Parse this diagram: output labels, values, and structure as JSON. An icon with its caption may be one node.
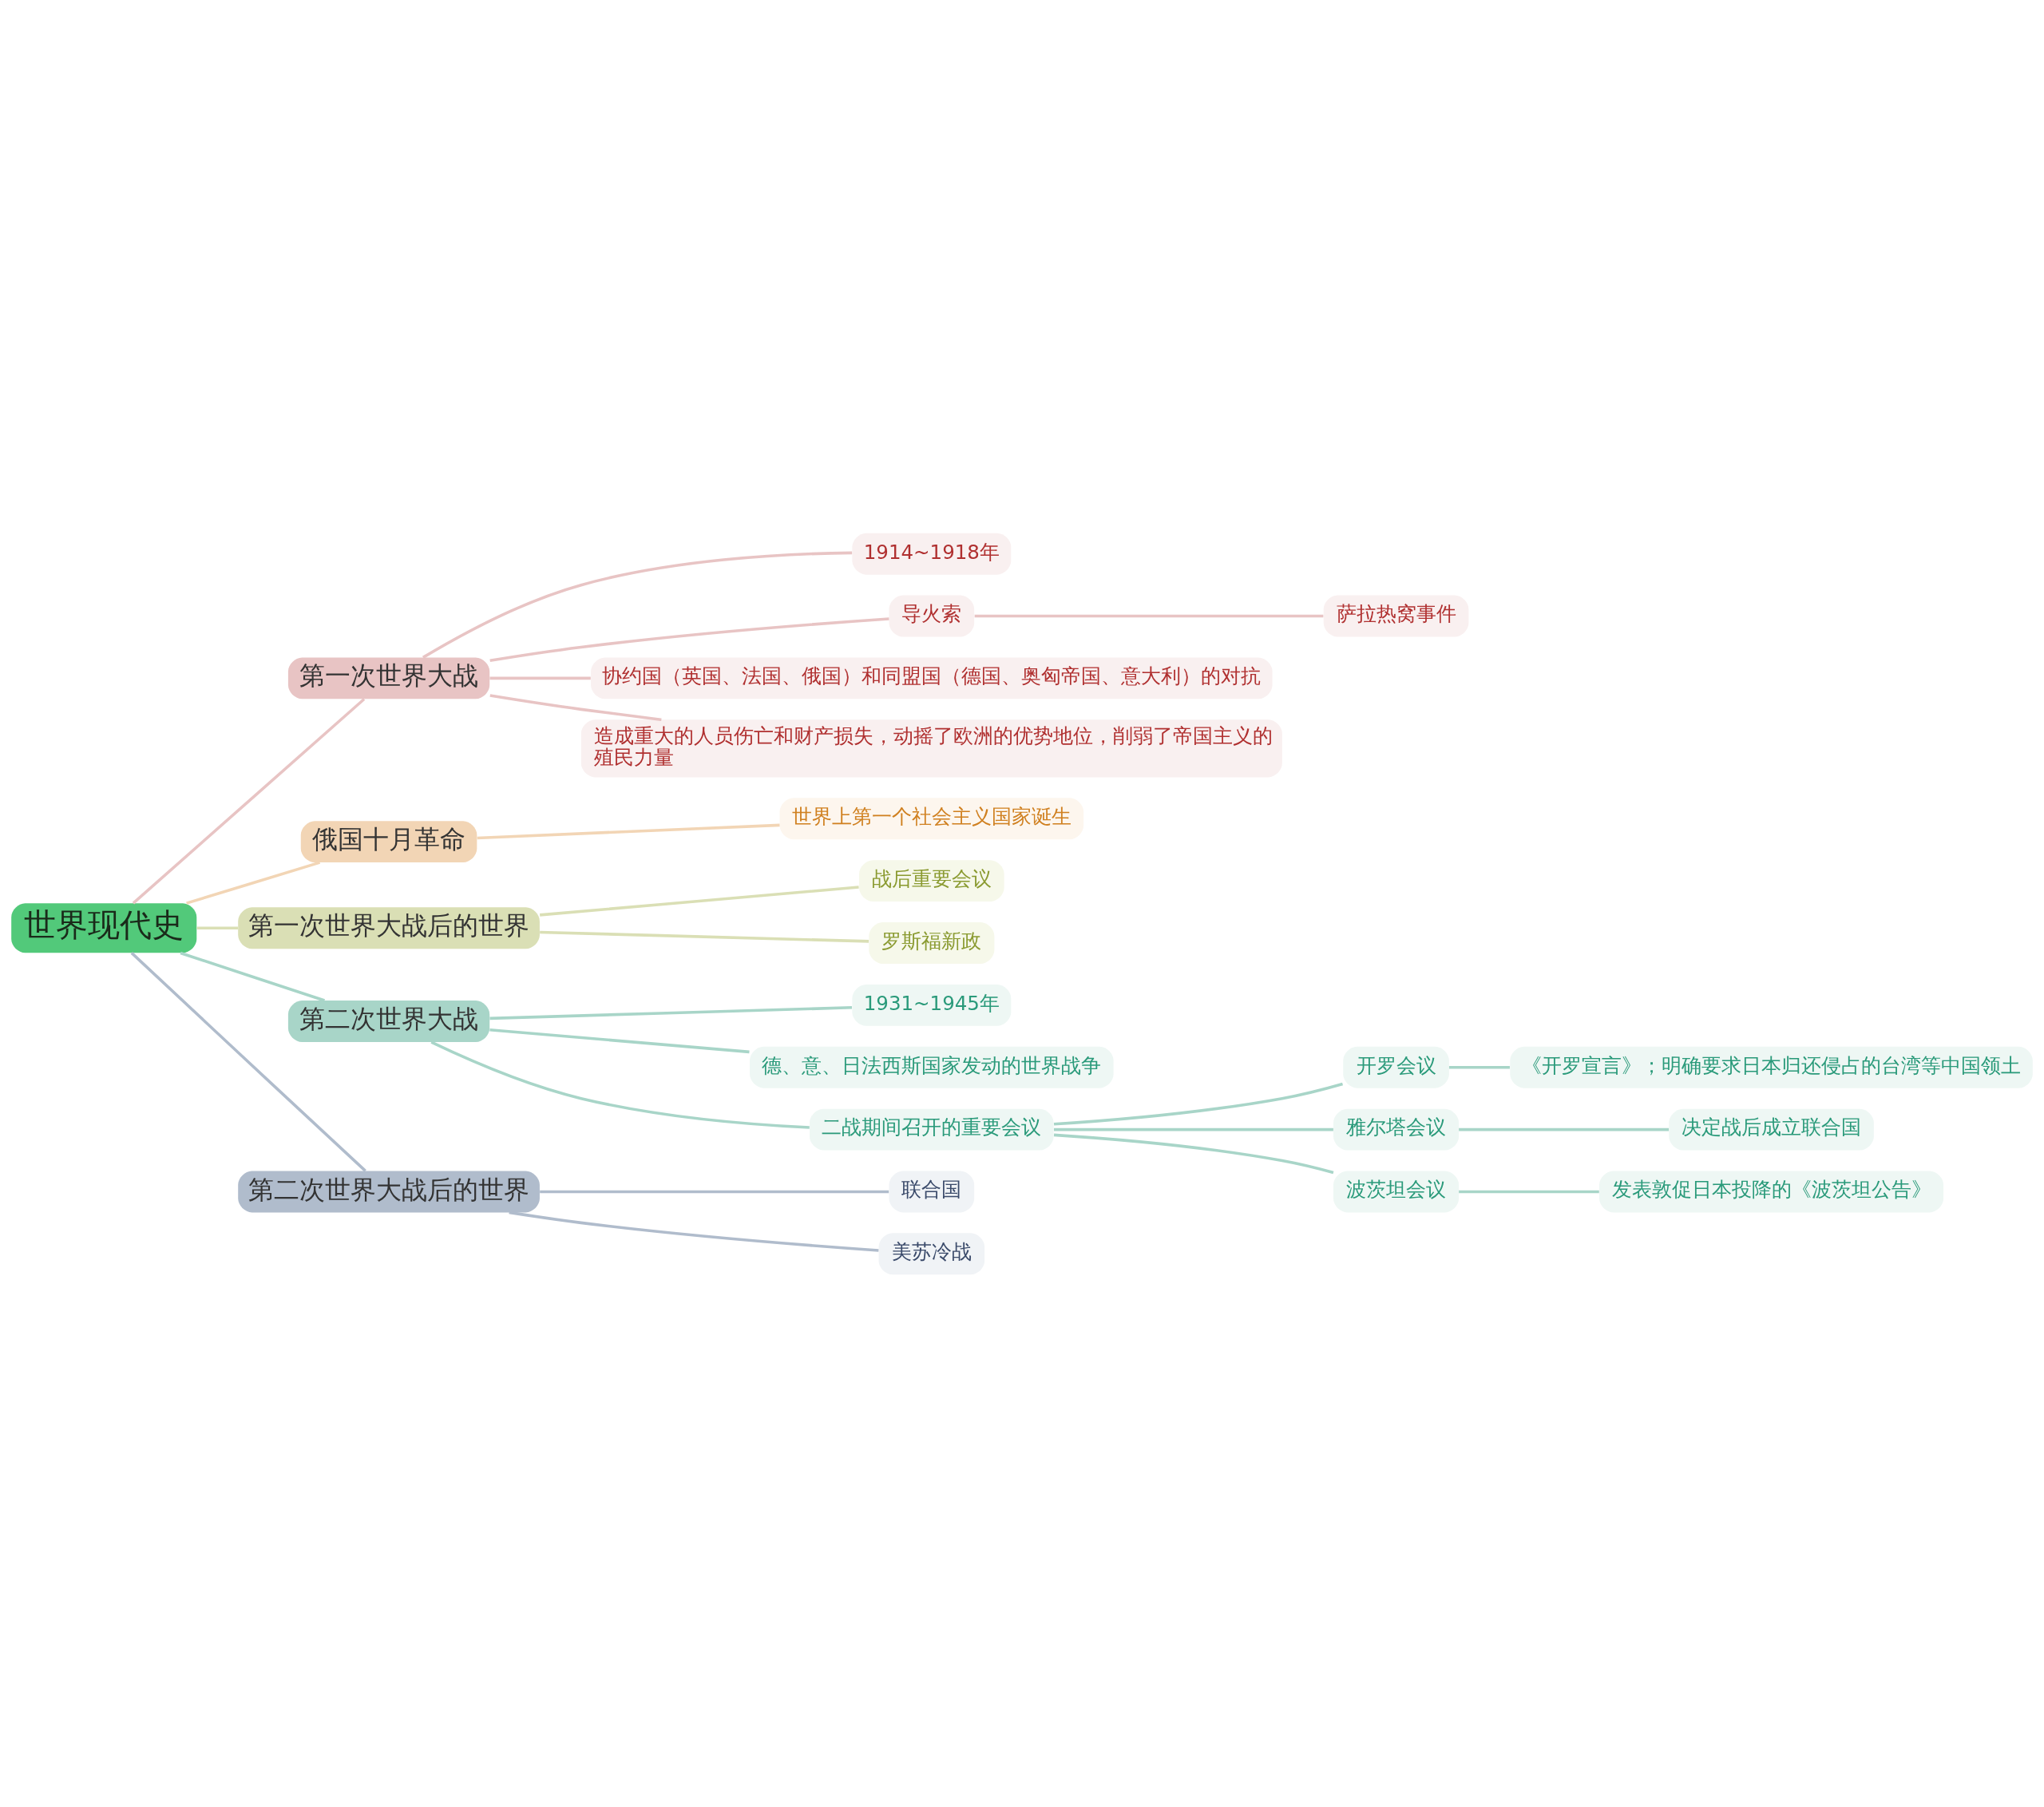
{
  "diagram": {
    "nodes": [
      {
        "text": [
          "世界现代史"
        ]
      },
      {
        "text": [
          "第一次世界大战"
        ]
      },
      {
        "text": [
          "1914~1918年"
        ]
      },
      {
        "text": [
          "导火索"
        ]
      },
      {
        "text": [
          "萨拉热窝事件"
        ]
      },
      {
        "text": [
          "协约国（英国、法国、俄国）和同盟国（德国、奥匈帝国、意大利）的对抗"
        ]
      },
      {
        "text": [
          "造成重大的人员伤亡和财产损失，动摇了欧洲的优势地位，削弱了帝国主义的殖民力量"
        ]
      },
      {
        "text": [
          "俄国十月革命"
        ]
      },
      {
        "text": [
          "世界上第一个社会主义国家诞生"
        ]
      },
      {
        "text": [
          "第一次世界大战后的世界"
        ]
      },
      {
        "text": [
          "战后重要会议"
        ]
      },
      {
        "text": [
          "罗斯福新政"
        ]
      },
      {
        "text": [
          "第二次世界大战"
        ]
      },
      {
        "text": [
          "1931~1945年"
        ]
      },
      {
        "text": [
          "德、意、日法西斯国家发动的世界战争"
        ]
      },
      {
        "text": [
          "二战期间召开的重要会议"
        ]
      },
      {
        "text": [
          "开罗会议"
        ]
      },
      {
        "text": [
          "《开罗宣言》；明确要求日本归还侵占的台湾等中国领土"
        ]
      },
      {
        "text": [
          "雅尔塔会议"
        ]
      },
      {
        "text": [
          "决定战后成立联合国"
        ]
      },
      {
        "text": [
          "波茨坦会议"
        ]
      },
      {
        "text": [
          "发表敦促日本投降的《波茨坦公告》"
        ]
      },
      {
        "text": [
          "第二次世界大战后的世界"
        ]
      },
      {
        "text": [
          "联合国"
        ]
      },
      {
        "text": [
          "美苏冷战"
        ]
      }
    ],
    "edges": [
      {
        "from": 0,
        "to": 1,
        "arrow": "none",
        "color": "#e8c4c4"
      },
      {
        "from": 1,
        "to": 2,
        "arrow": "none",
        "color": "#e8c4c4"
      },
      {
        "from": 1,
        "to": 3,
        "arrow": "none",
        "color": "#e8c4c4"
      },
      {
        "from": 3,
        "to": 4,
        "arrow": "none",
        "color": "#e8c4c4"
      },
      {
        "from": 1,
        "to": 5,
        "arrow": "none",
        "color": "#e8c4c4"
      },
      {
        "from": 1,
        "to": 6,
        "arrow": "none",
        "color": "#e8c4c4"
      },
      {
        "from": 0,
        "to": 7,
        "arrow": "none",
        "color": "#f2d5b5"
      },
      {
        "from": 7,
        "to": 8,
        "arrow": "none",
        "color": "#f2d5b5"
      },
      {
        "from": 0,
        "to": 9,
        "arrow": "none",
        "color": "#dadfb5"
      },
      {
        "from": 9,
        "to": 10,
        "arrow": "none",
        "color": "#dadfb5"
      },
      {
        "from": 9,
        "to": 11,
        "arrow": "none",
        "color": "#dadfb5"
      },
      {
        "from": 0,
        "to": 12,
        "arrow": "none",
        "color": "#a8d5c8"
      },
      {
        "from": 12,
        "to": 13,
        "arrow": "none",
        "color": "#a8d5c8"
      },
      {
        "from": 12,
        "to": 14,
        "arrow": "none",
        "color": "#a8d5c8"
      },
      {
        "from": 12,
        "to": 15,
        "arrow": "none",
        "color": "#a8d5c8"
      },
      {
        "from": 15,
        "to": 16,
        "arrow": "none",
        "color": "#a8d5c8"
      },
      {
        "from": 16,
        "to": 17,
        "arrow": "none",
        "color": "#a8d5c8"
      },
      {
        "from": 15,
        "to": 18,
        "arrow": "none",
        "color": "#a8d5c8"
      },
      {
        "from": 18,
        "to": 19,
        "arrow": "none",
        "color": "#a8d5c8"
      },
      {
        "from": 15,
        "to": 20,
        "arrow": "none",
        "color": "#a8d5c8"
      },
      {
        "from": 20,
        "to": 21,
        "arrow": "none",
        "color": "#a8d5c8"
      },
      {
        "from": 0,
        "to": 22,
        "arrow": "none",
        "color": "#b0bccc"
      },
      {
        "from": 22,
        "to": 23,
        "arrow": "none",
        "color": "#b0bccc"
      },
      {
        "from": 22,
        "to": 24,
        "arrow": "none",
        "color": "#b0bccc"
      }
    ]
  }
}
